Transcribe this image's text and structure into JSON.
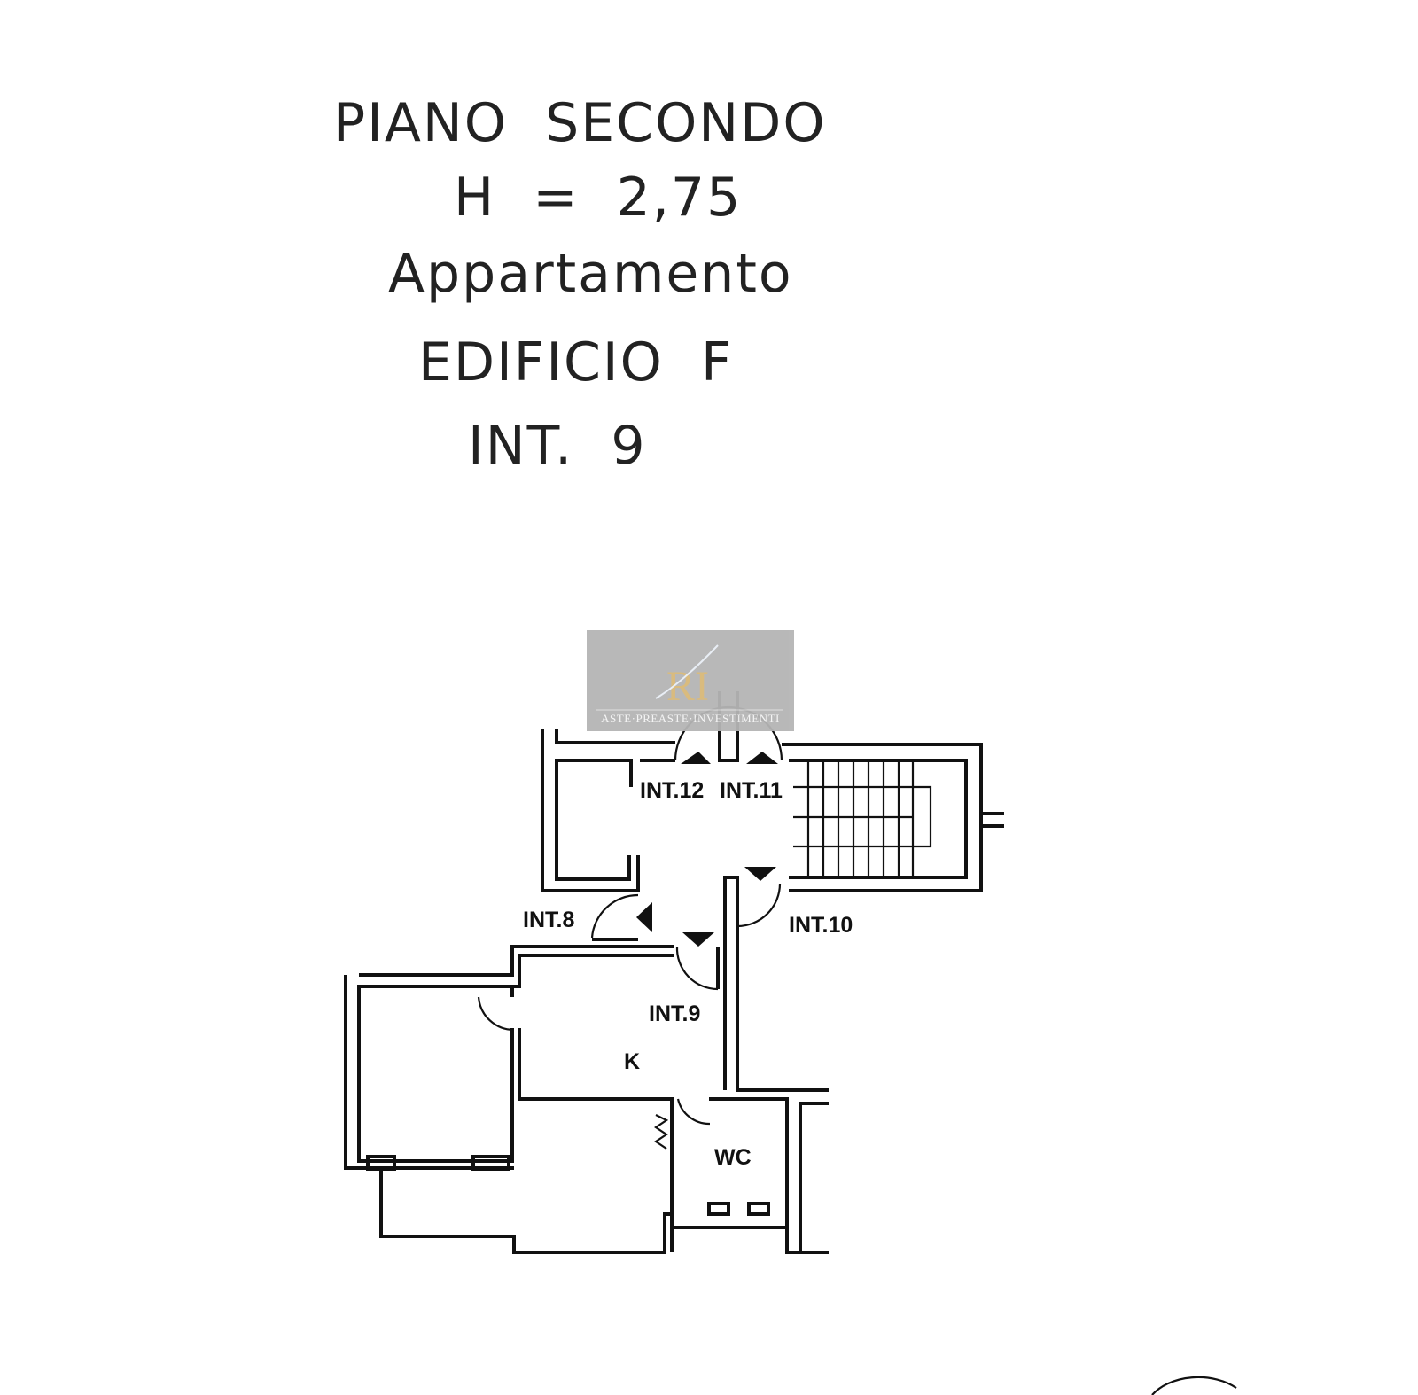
{
  "header": {
    "floor": "PIANO  SECONDO",
    "height": "H  =  2,75",
    "unit_type": "Appartamento",
    "building": "EDIFICIO  F",
    "interior": "INT.  9"
  },
  "plan": {
    "labels": {
      "int12": "INT.12",
      "int11": "INT.11",
      "int8": "INT.8",
      "int10": "INT.10",
      "int9": "INT.9",
      "kitchen": "K",
      "wc": "WC"
    }
  },
  "watermark": {
    "logo": "RI",
    "text": "ASTE·PREASTE·INVESTIMENTI",
    "background": "#b5b5b5",
    "gold": "#d8b878"
  }
}
